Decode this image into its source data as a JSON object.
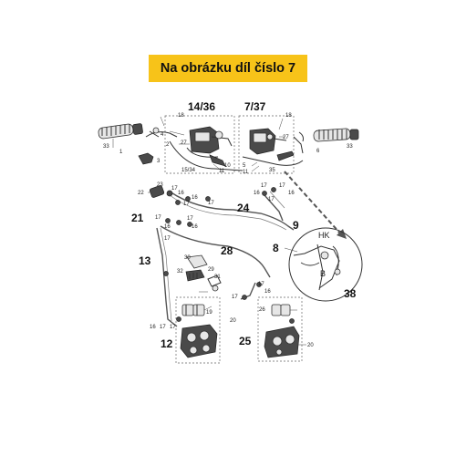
{
  "banner": {
    "text": "Na obrázku díl číslo 7"
  },
  "colors": {
    "banner_bg": "#f7c319",
    "banner_text": "#111111",
    "arrow": "#555555"
  },
  "callouts": {
    "c14_36": "14/36",
    "c7_37": "7/37",
    "c9": "9",
    "c8": "8",
    "c13": "13",
    "c21": "21",
    "c24": "24",
    "c28": "28",
    "c12": "12",
    "c25": "25",
    "c38": "38",
    "hk": "HK",
    "b": "B",
    "n18a": "18",
    "n4": "4",
    "n27a": "27",
    "n33a": "33",
    "n1": "1",
    "n2": "2",
    "n3": "3",
    "n10": "10",
    "n11a": "11",
    "n15_34": "15/34",
    "n18b": "18",
    "n27b": "27",
    "n5": "5",
    "n11b": "11",
    "n35": "35",
    "n33b": "33",
    "n6": "6",
    "n22": "22",
    "n23": "23",
    "n17a": "17",
    "n16a": "16",
    "n16b": "16",
    "n17b": "17",
    "n17c": "17",
    "n17d": "17",
    "n17e": "17",
    "n16c": "16",
    "n17f": "17",
    "n16d": "16",
    "n17g": "17",
    "n16e": "16",
    "n17h": "17",
    "n16f": "16",
    "n17i": "17",
    "n30": "30",
    "n32": "32",
    "n29": "29",
    "n31": "31",
    "n17j": "17",
    "n16g": "16",
    "n17k": "17",
    "n19": "19",
    "n26": "26",
    "n20a": "20",
    "n16h": "16",
    "n17l": "17",
    "n17m": "17",
    "n20b": "20"
  }
}
